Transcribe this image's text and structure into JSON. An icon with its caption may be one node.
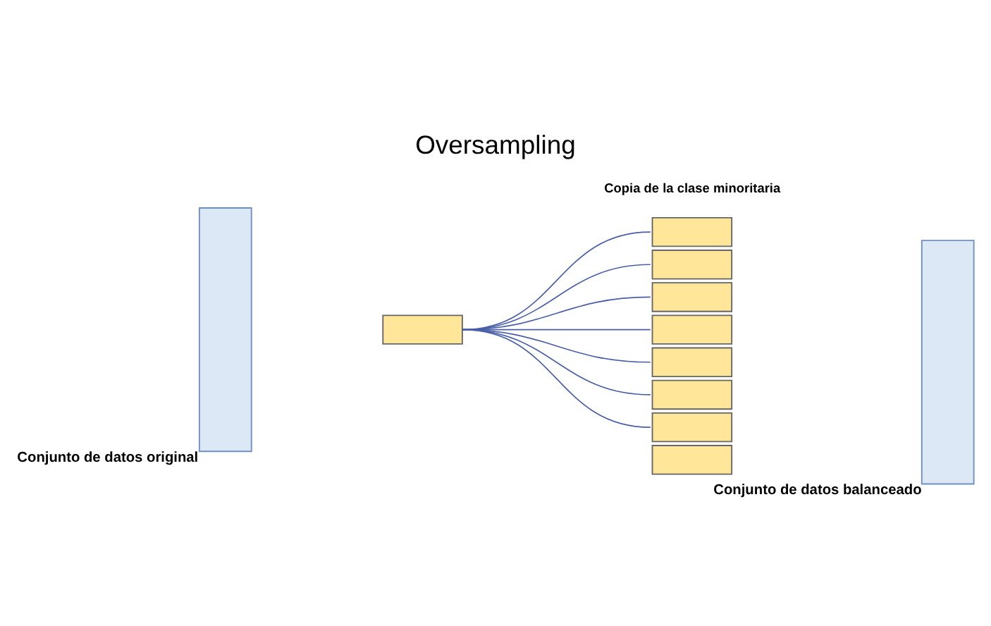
{
  "diagram": {
    "title": "Oversampling",
    "nodes": [
      {
        "text": [],
        "shape": "bar",
        "beside": [
          "Conjunto de datos original"
        ]
      },
      {
        "text": [],
        "shape": "bar"
      },
      {
        "text": [],
        "shape": "bar"
      },
      {
        "text": [],
        "shape": "bar"
      },
      {
        "text": [],
        "shape": "bar"
      },
      {
        "text": [],
        "shape": "bar"
      },
      {
        "text": [],
        "shape": "bar"
      },
      {
        "text": [],
        "shape": "bar"
      },
      {
        "text": [],
        "shape": "bar"
      },
      {
        "text": [],
        "shape": "bar"
      },
      {
        "text": [],
        "shape": "bar",
        "beside": [
          "Conjunto de datos balanceado"
        ]
      }
    ],
    "edges": [
      {
        "from": 1,
        "to": 2,
        "arrow": "none"
      },
      {
        "from": 1,
        "to": 3,
        "arrow": "none"
      },
      {
        "from": 1,
        "to": 4,
        "arrow": "none"
      },
      {
        "from": 1,
        "to": 5,
        "arrow": "none"
      },
      {
        "from": 1,
        "to": 6,
        "arrow": "none"
      },
      {
        "from": 1,
        "to": 7,
        "arrow": "none"
      },
      {
        "from": 1,
        "to": 8,
        "arrow": "none"
      }
    ],
    "labels": [
      "Copia de la clase minoritaria"
    ]
  }
}
